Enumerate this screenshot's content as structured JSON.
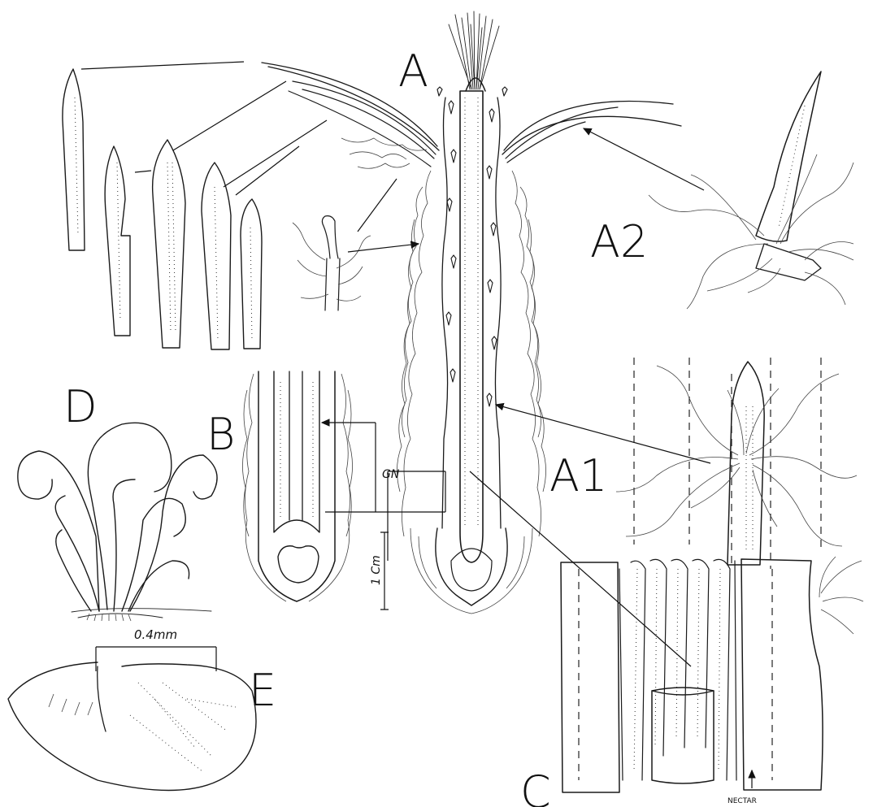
{
  "labels": {
    "A": "A",
    "A1": "A1",
    "A2": "A2",
    "B": "B",
    "C": "C",
    "D": "D",
    "E": "E"
  },
  "annotations": {
    "gn": "GN",
    "scale_cm": "1 Cm",
    "scale_mm": "0.4mm",
    "nectar": "NECTAR"
  },
  "colors": {
    "ink": "#1a1a1a",
    "paper": "#ffffff"
  }
}
